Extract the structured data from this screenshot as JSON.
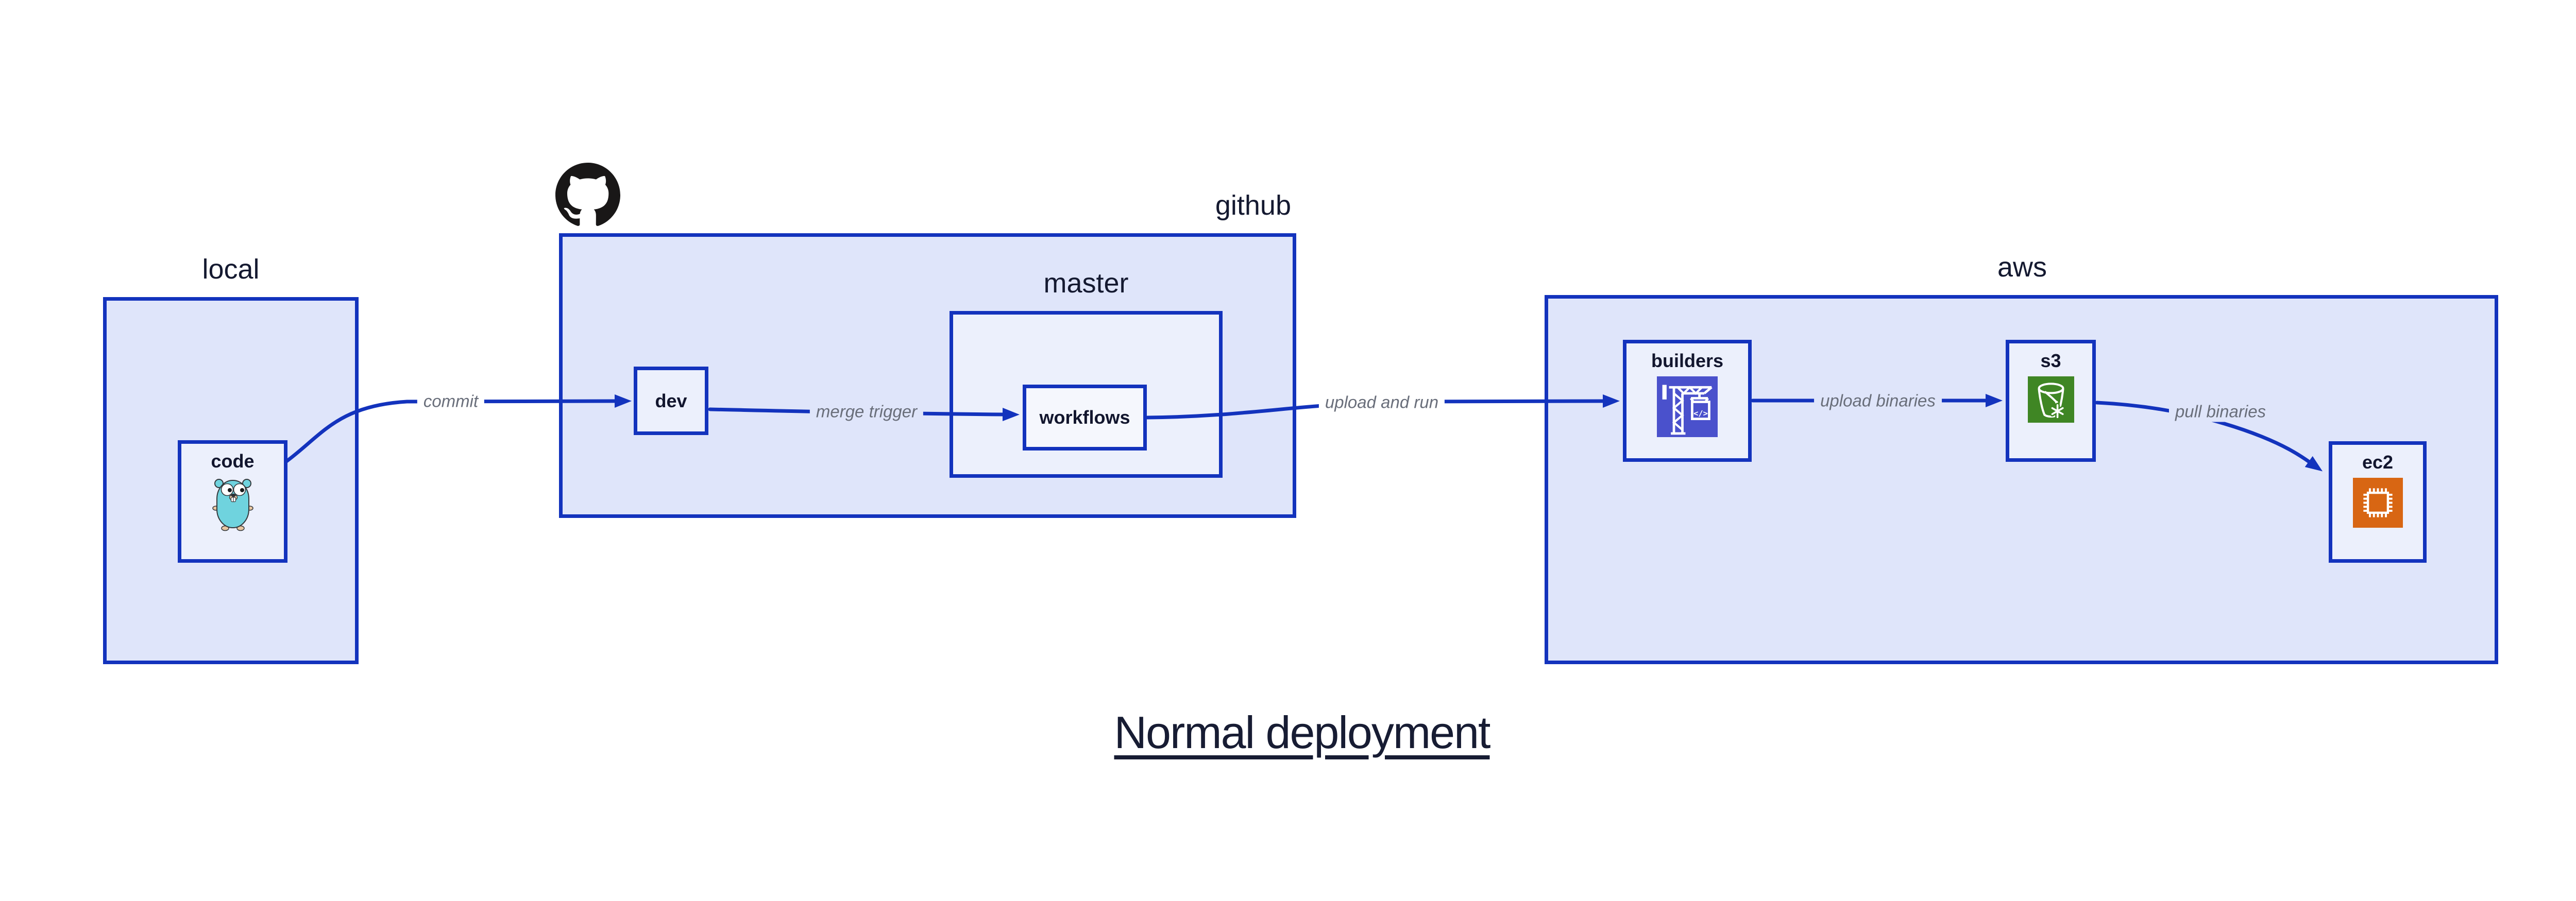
{
  "diagram": {
    "title": "Normal deployment",
    "type": "flowchart",
    "direction": "left-to-right"
  },
  "containers": {
    "local": {
      "label": "local"
    },
    "github": {
      "label": "github"
    },
    "master": {
      "label": "master"
    },
    "aws": {
      "label": "aws"
    }
  },
  "nodes": {
    "code": {
      "label": "code",
      "container": "local",
      "icon": "go-gopher-icon"
    },
    "dev": {
      "label": "dev",
      "container": "github"
    },
    "workflows": {
      "label": "workflows",
      "container": "master"
    },
    "builders": {
      "label": "builders",
      "container": "aws",
      "icon": "aws-codebuild-crane-icon"
    },
    "s3": {
      "label": "s3",
      "container": "aws",
      "icon": "aws-s3-bucket-icon"
    },
    "ec2": {
      "label": "ec2",
      "container": "aws",
      "icon": "aws-ec2-chip-icon"
    }
  },
  "edges": [
    {
      "from": "code",
      "to": "dev",
      "label": "commit"
    },
    {
      "from": "dev",
      "to": "workflows",
      "label": "merge trigger"
    },
    {
      "from": "workflows",
      "to": "builders",
      "label": "upload and run"
    },
    {
      "from": "builders",
      "to": "s3",
      "label": "upload binaries"
    },
    {
      "from": "s3",
      "to": "ec2",
      "label": "pull binaries"
    }
  ],
  "icons": {
    "github_logo": "github-octocat-icon",
    "codebuild_glyph": "</>"
  },
  "colors": {
    "edge_blue": "#1333bd",
    "container_fill": "#dfe5fa",
    "node_fill": "#ecf0fc",
    "inner_node_fill": "#f5f7fd",
    "builders_icon_bg": "#4a51cc",
    "s3_icon_bg": "#3f8624",
    "ec2_icon_bg": "#d86613",
    "github_logo_color": "#191717",
    "gopher_body": "#6fd3de",
    "edge_label_gray": "#696e7a",
    "text_navy": "#12162e"
  }
}
